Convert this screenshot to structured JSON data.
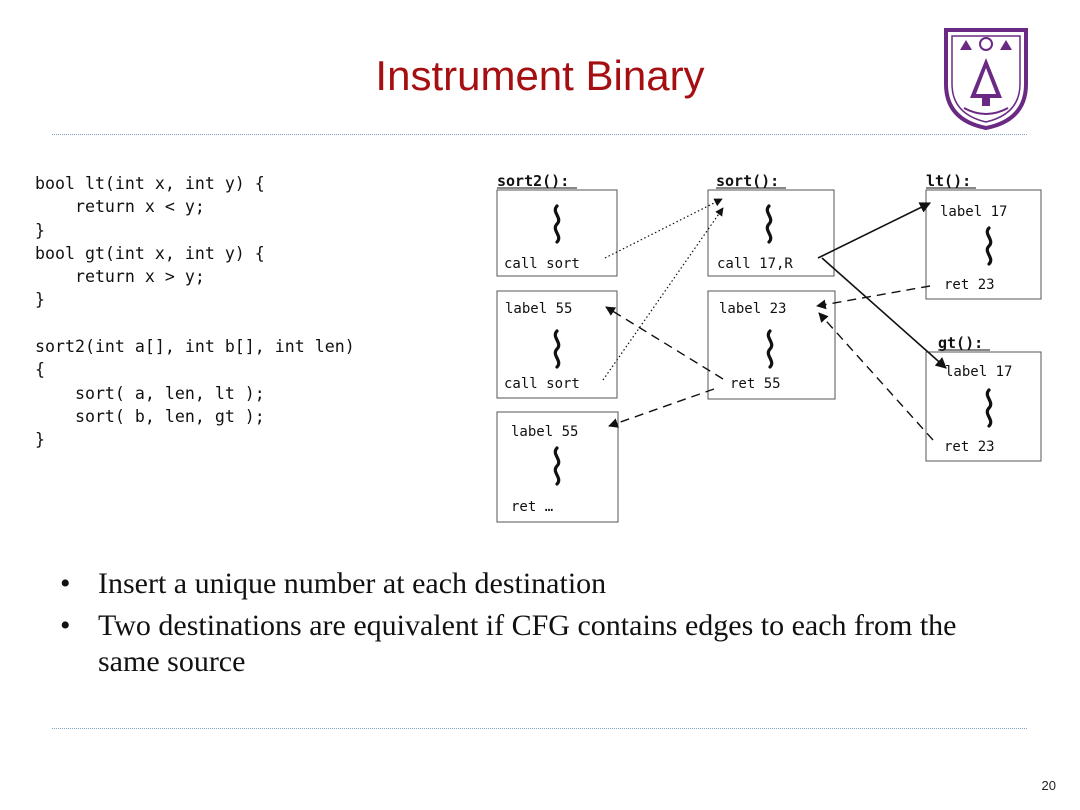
{
  "slide": {
    "title": "Instrument Binary",
    "page_number": "20",
    "logo": {
      "icon": "university-seal-icon",
      "color": "#6a2a84"
    }
  },
  "code": {
    "lines": [
      "bool lt(int x, int y) {",
      "    return x < y;",
      "}",
      "bool gt(int x, int y) {",
      "    return x > y;",
      "}",
      "",
      "sort2(int a[], int b[], int len)",
      "{",
      "    sort( a, len, lt );",
      "    sort( b, len, gt );",
      "}"
    ]
  },
  "diagram": {
    "headers": {
      "sort2": "sort2():",
      "sort": "sort():",
      "lt": "lt():",
      "gt": "gt():"
    },
    "sort2_box1": {
      "call": "call sort"
    },
    "sort2_box2": {
      "label": "label 55",
      "call": "call sort"
    },
    "sort2_box3": {
      "label": "label 55",
      "ret": "ret …"
    },
    "sort_box1": {
      "call": "call 17,R"
    },
    "sort_box2": {
      "label": "label 23",
      "ret": "ret 55"
    },
    "lt_box": {
      "label": "label 17",
      "ret": "ret 23"
    },
    "gt_box": {
      "label": "label 17",
      "ret": "ret 23"
    }
  },
  "bullets": {
    "items": [
      "Insert a unique number at each destination",
      "Two destinations are equivalent if CFG contains edges to each from the same source"
    ]
  }
}
